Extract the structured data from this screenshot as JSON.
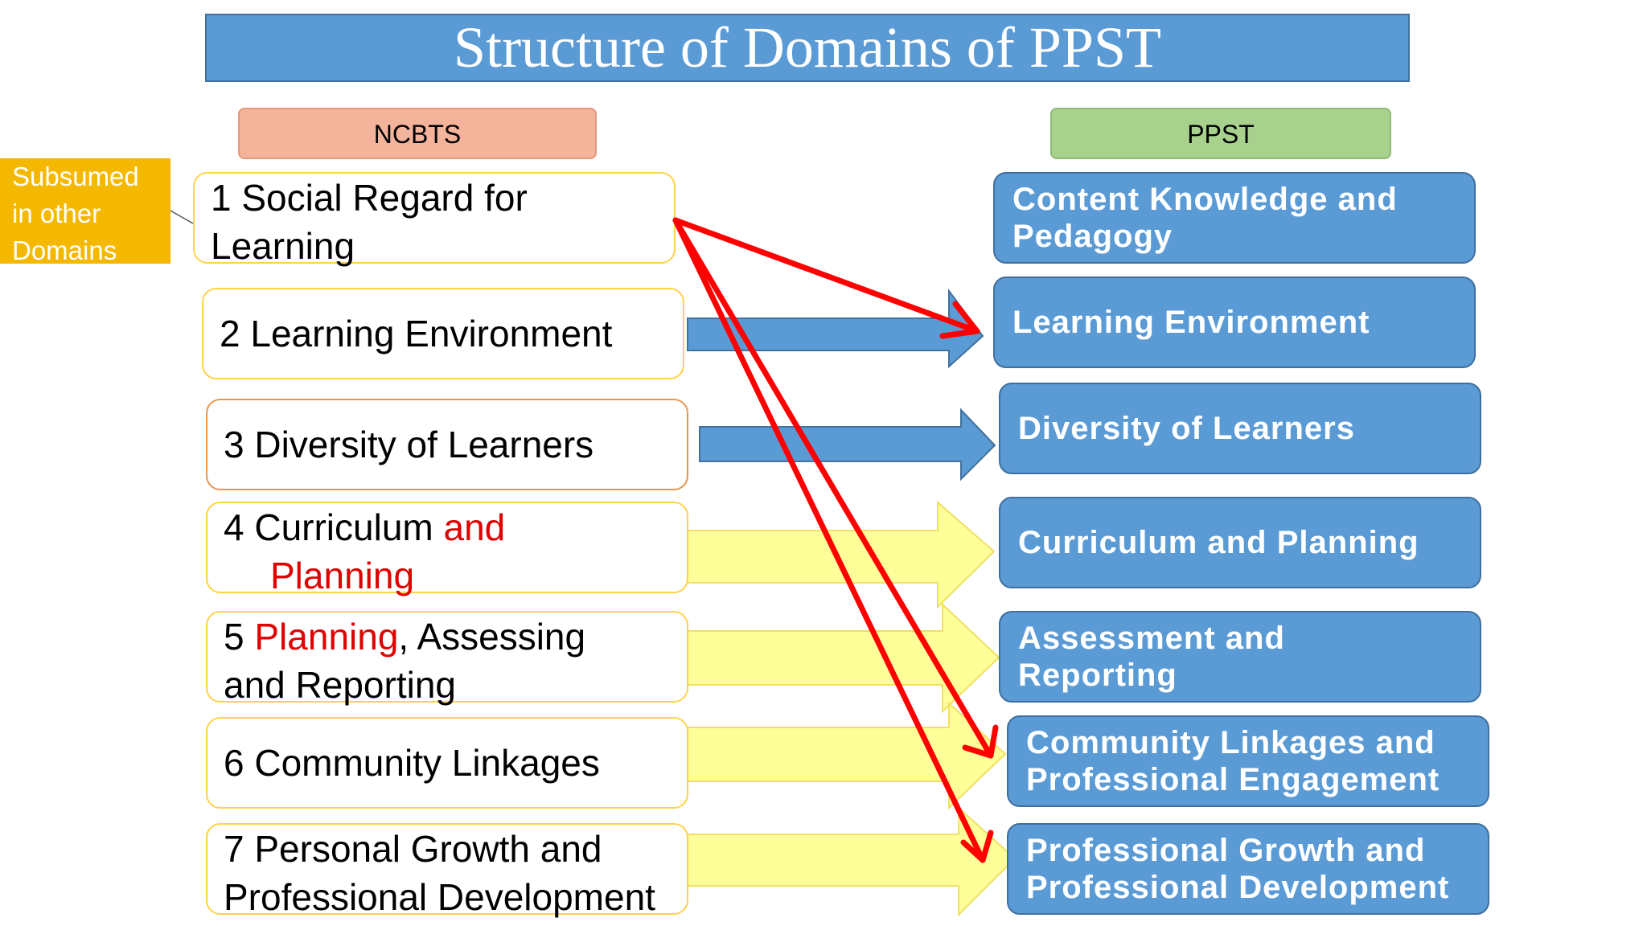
{
  "title": "Structure of Domains of PPST",
  "ncbts_header": "NCBTS",
  "ppst_header": "PPST",
  "subsumed_note": "Subsumed\nin other\nDomains",
  "ncbts": [
    {
      "line1": "1 Social Regard for",
      "line2": "Learning"
    },
    {
      "line1": "2 Learning Environment"
    },
    {
      "line1": "3 Diversity of Learners"
    },
    {
      "line1a": "4 Curriculum ",
      "line1b": "and",
      "line2": "Planning"
    },
    {
      "line1a": "5 ",
      "line1b": "Planning",
      "line1c": ", Assessing",
      "line2": "and Reporting"
    },
    {
      "line1": "6 Community Linkages"
    },
    {
      "line1": "7 Personal Growth and",
      "line2": "Professional Development"
    }
  ],
  "ppst": [
    {
      "line1": "Content Knowledge and",
      "line2": "Pedagogy"
    },
    {
      "line1": "Learning Environment"
    },
    {
      "line1": "Diversity of Learners"
    },
    {
      "line1": "Curriculum and Planning"
    },
    {
      "line1": "Assessment and",
      "line2": "Reporting"
    },
    {
      "line1": "Community Linkages and",
      "line2": "Professional Engagement"
    },
    {
      "line1": "Professional Growth and",
      "line2": "Professional Development"
    }
  ],
  "colors": {
    "title_bg": "#5b9bd5",
    "ppst_box": "#5b9bd5",
    "ncbts_border": "#ffd24a",
    "subsumed_bg": "#f5b800",
    "blue_arrow": "#5b9bd5",
    "yellow_arrow": "#ffff99",
    "red_arrow": "#ff0000"
  }
}
